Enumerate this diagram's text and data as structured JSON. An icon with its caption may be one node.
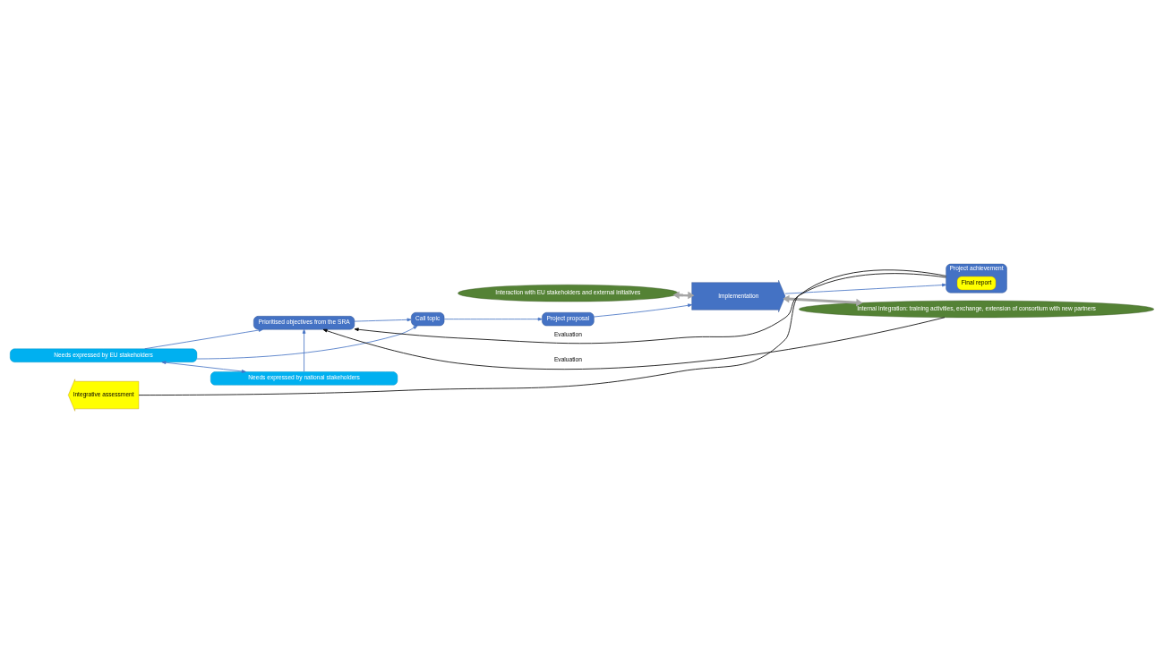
{
  "diagram": {
    "nodes": [
      {
        "text": [
          "Interaction with EU stakeholders and external initiatives"
        ]
      },
      {
        "text": [
          "Needs expressed by EU stakeholders"
        ]
      },
      {
        "text": [
          "Prioritised objectives from the SRA"
        ]
      },
      {
        "text": [
          "Call topic"
        ]
      },
      {
        "text": [
          "Project proposal"
        ]
      },
      {
        "text": [
          "Implementation"
        ]
      },
      {
        "text": [
          "Project achievement"
        ]
      },
      {
        "text": [
          "Final report"
        ],
        "in": 6
      },
      {
        "text": [
          "Needs expressed by national stakeholders"
        ]
      },
      {
        "text": [
          "Internal integration: training activities, exchange, extension of consortium with new partners"
        ]
      },
      {
        "text": [
          "Integrative assessment"
        ]
      }
    ],
    "edges": [
      {
        "from": 1,
        "to": 8,
        "arrow": "both"
      },
      {
        "from": 1,
        "to": 2,
        "arrow": "to"
      },
      {
        "from": 8,
        "to": 2,
        "arrow": "to"
      },
      {
        "from": 1,
        "to": 3,
        "arrow": "to"
      },
      {
        "from": 2,
        "to": 3,
        "arrow": "to"
      },
      {
        "from": 3,
        "to": 4,
        "arrow": "to"
      },
      {
        "from": 4,
        "to": 5,
        "arrow": "to"
      },
      {
        "from": 5,
        "to": 6,
        "arrow": "to"
      },
      {
        "from": 6,
        "to": 2,
        "arrow": "to",
        "label": "Evaluation",
        "color": "#000000"
      },
      {
        "from": 9,
        "to": 2,
        "arrow": "to",
        "label": "Evaluation",
        "color": "#000000"
      },
      {
        "from": 6,
        "to": 10,
        "arrow": "none",
        "color": "#000000"
      },
      {
        "from": 0,
        "to": 5,
        "arrow": "both",
        "style": "thick",
        "color": "#a6a6a6"
      },
      {
        "from": 5,
        "to": 9,
        "arrow": "both",
        "style": "thick",
        "color": "#a6a6a6"
      }
    ]
  }
}
